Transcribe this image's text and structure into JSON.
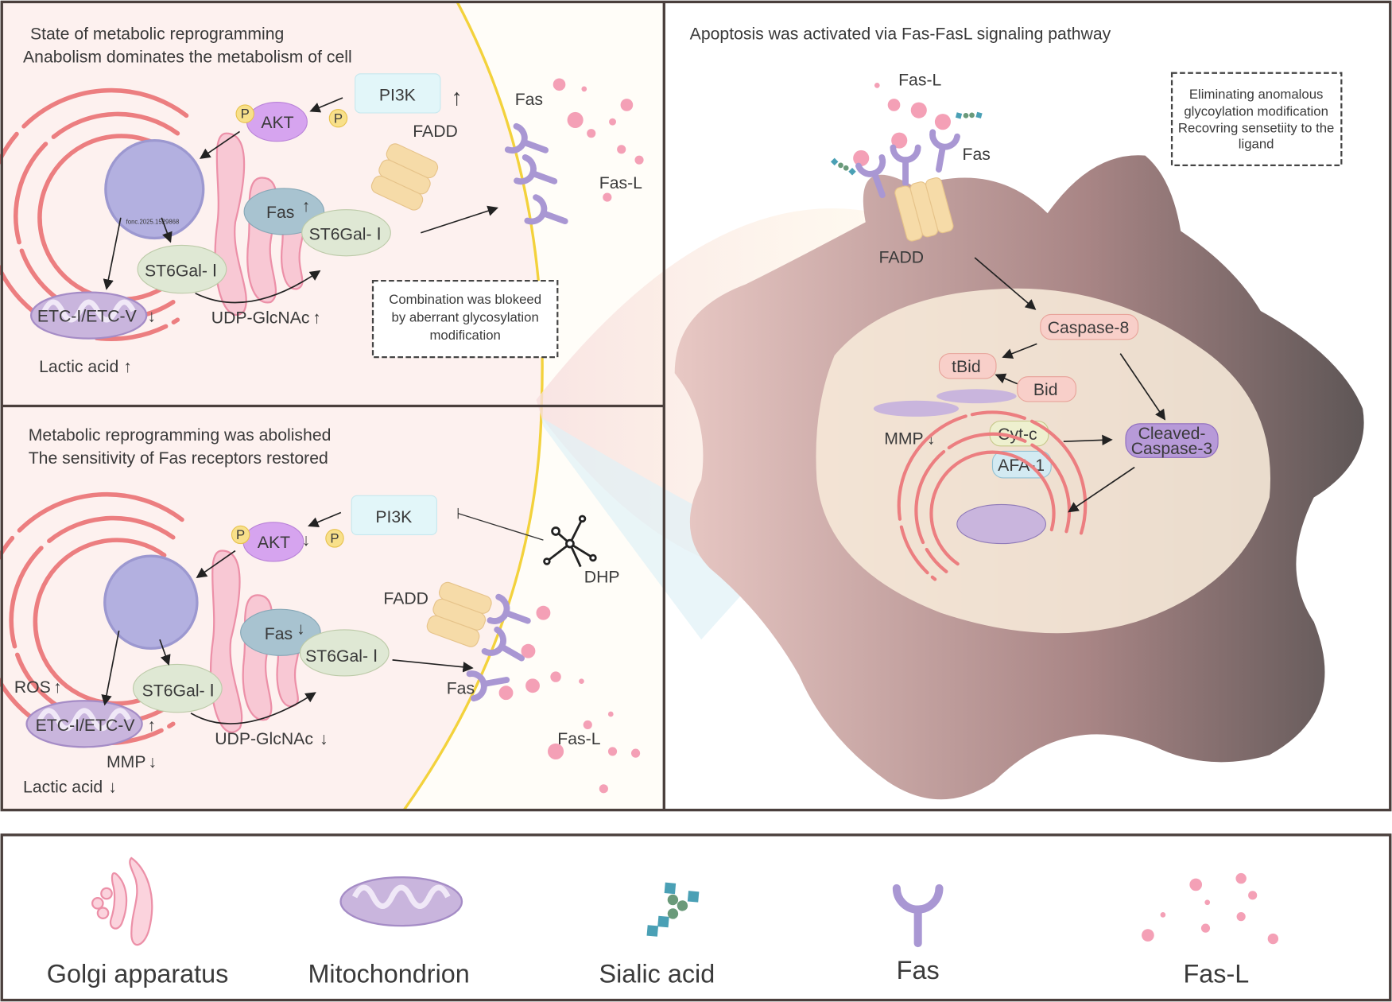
{
  "panel_top_left": {
    "title_line1": "State of metabolic reprogramming",
    "title_line2": "Anabolism dominates the metabolism of cell",
    "pi3k": "PI3K",
    "akt": "AKT",
    "p": "P",
    "fadd": "FADD",
    "fas": "Fas",
    "fas_l": "Fas-L",
    "fas_inner": "Fas",
    "st6_a": "ST6Gal- Ⅰ",
    "st6_b": "ST6Gal- Ⅰ",
    "etc": "ETC-I/ETC-V",
    "etc_arrow": "↓",
    "udp": "UDP-GlcNAc",
    "udp_arrow": "↑",
    "lactic": "Lactic acid",
    "lactic_arrow": "↑",
    "pi3k_arrow": "↑",
    "fas_arrow": "↑",
    "watermark": "fonc.2025.1529868",
    "box_line1": "Combination was blokeed",
    "box_line2": "by aberrant glycosylation",
    "box_line3": "modification"
  },
  "panel_bottom_left": {
    "title_line1": "Metabolic reprogramming was abolished",
    "title_line2": "The sensitivity of Fas receptors restored",
    "pi3k": "PI3K",
    "akt": "AKT",
    "akt_arrow": "↓",
    "p": "P",
    "dhp": "DHP",
    "fadd": "FADD",
    "fas_inner": "Fas",
    "fas_arrow": "↓",
    "st6_a": "ST6Gal- Ⅰ",
    "st6_b": "ST6Gal- Ⅰ",
    "ros": "ROS",
    "ros_arrow": "↑",
    "etc": "ETC-I/ETC-V",
    "etc_arrow": "↑",
    "mmp": "MMP",
    "mmp_arrow": "↓",
    "udp": "UDP-GlcNAc",
    "udp_arrow": "↓",
    "lactic": "Lactic acid",
    "lactic_arrow": "↓",
    "fas": "Fas",
    "fas_l": "Fas-L"
  },
  "panel_right": {
    "title": "Apoptosis was activated via Fas-FasL signaling pathway",
    "fas_l": "Fas-L",
    "fas": "Fas",
    "fadd": "FADD",
    "box_line1": "Eliminating anomalous",
    "box_line2": "glycoylation modification",
    "box_line3": "Recovring sensetiity to the",
    "box_line4": "ligand",
    "caspase8": "Caspase-8",
    "tbid": "tBid",
    "bid": "Bid",
    "mmp": "MMP",
    "mmp_arrow": "↓",
    "cytc": "Cyt-c",
    "afa1": "AFA-1",
    "cleaved1": "Cleaved-",
    "cleaved2": "Caspase-3"
  },
  "legend": {
    "items": [
      "Golgi apparatus",
      "Mitochondrion",
      "Sialic acid",
      "Fas",
      "Fas-L"
    ]
  },
  "colors": {
    "border": "#4a3f3c",
    "cell_bg": "#fdf1ef",
    "membrane": "#f3d23c",
    "golgi": "#f2a5b8",
    "mito": "#c7b3dc",
    "fas": "#a997d3",
    "fadd": "#f6dba8",
    "macrophage": "#8e6e6e"
  }
}
